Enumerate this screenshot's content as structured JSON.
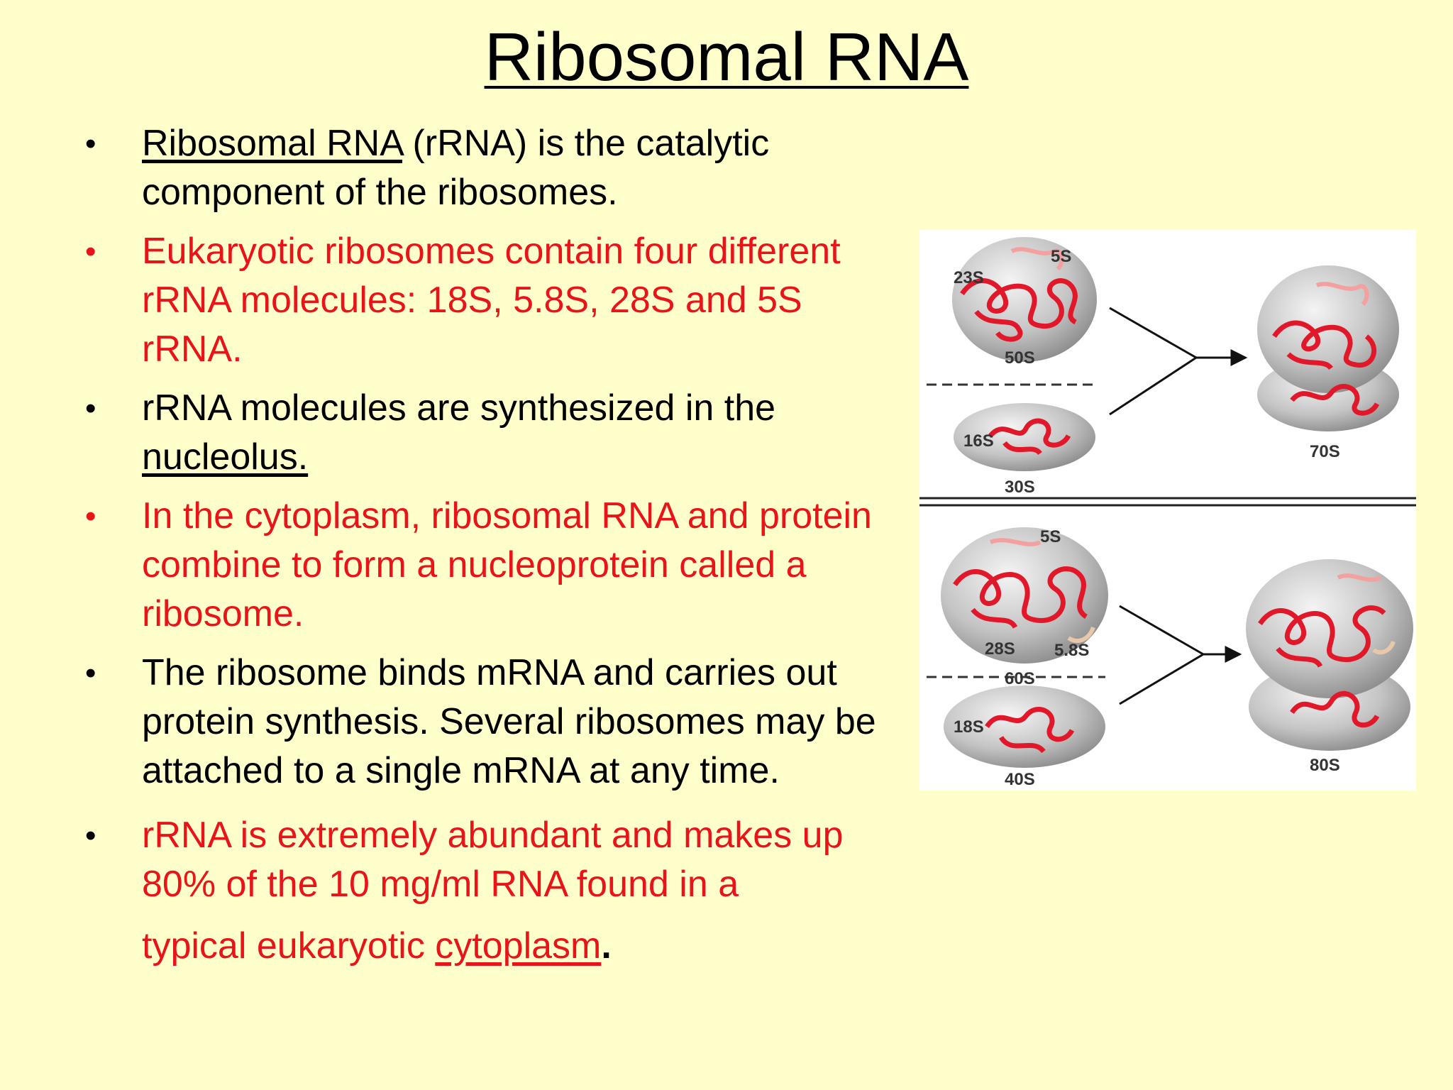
{
  "title": "Ribosomal RNA",
  "bullets": [
    {
      "color": "black",
      "parts": [
        {
          "text": "Ribosomal RNA",
          "underline": true
        },
        {
          "text": " (rRNA) is the catalytic component of the ribosomes."
        }
      ]
    },
    {
      "color": "red",
      "parts": [
        {
          "text": "Eukaryotic ribosomes contain four different rRNA molecules: 18S, 5.8S, 28S and 5S rRNA."
        }
      ]
    },
    {
      "color": "black",
      "parts": [
        {
          "text": "rRNA molecules are synthesized in the "
        },
        {
          "text": "nucleolus.",
          "underline": true
        }
      ]
    },
    {
      "color": "red",
      "parts": [
        {
          "text": "In the cytoplasm, ribosomal RNA and protein combine to form a nucleoprotein called a ribosome."
        }
      ]
    },
    {
      "color": "black",
      "parts": [
        {
          "text": "The ribosome binds mRNA and carries out protein synthesis. Several ribosomes may be attached to a single mRNA at any time."
        }
      ]
    },
    {
      "color": "red",
      "parts": [
        {
          "text": " rRNA is extremely abundant and makes up 80% of the 10 mg/ml RNA found in a"
        },
        {
          "text": "typical eukaryotic "
        },
        {
          "text": "cytoplasm",
          "underline": true
        },
        {
          "text": "."
        }
      ]
    }
  ],
  "figure": {
    "labels": {
      "s5_top": "5S",
      "s23": "23S",
      "s50": "50S",
      "s16": "16S",
      "s30": "30S",
      "s70": "70S",
      "s5_bottom": "5S",
      "s28": "28S",
      "s58": "5.8S",
      "s60": "60S",
      "s18": "18S",
      "s40": "40S",
      "s80": "80S"
    },
    "colors": {
      "rna": "#e0182a",
      "subunit": "#b8b8b8",
      "arrow": "#111111"
    }
  }
}
